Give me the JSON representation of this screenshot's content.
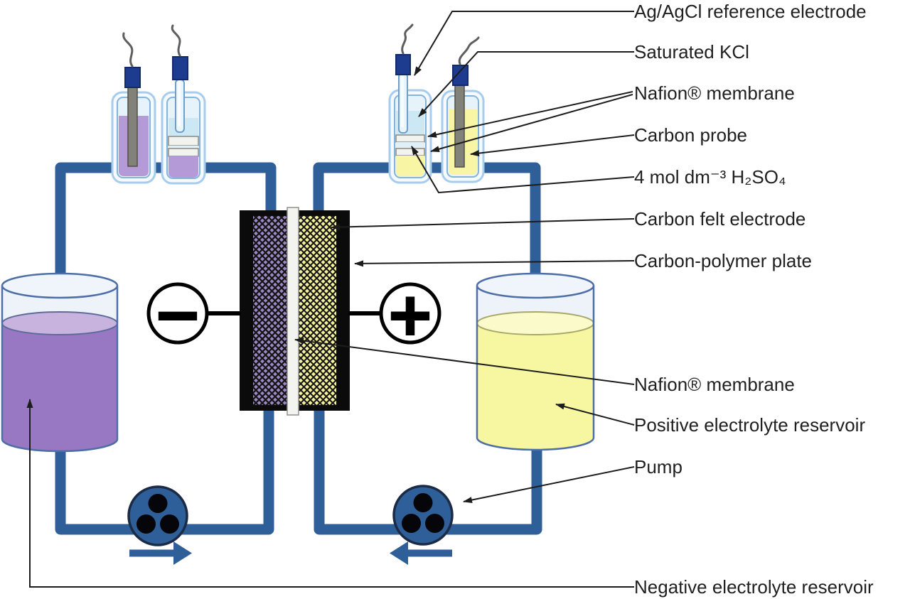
{
  "labels": [
    {
      "id": "ag_agcl",
      "text": "Ag/AgCl reference electrode"
    },
    {
      "id": "saturated_kcl",
      "text": "Saturated KCl"
    },
    {
      "id": "nafion_membrane_top",
      "text": "Nafion® membrane"
    },
    {
      "id": "carbon_probe",
      "text": "Carbon probe"
    },
    {
      "id": "h2so4",
      "text": "4 mol dm⁻³ H₂SO₄"
    },
    {
      "id": "carbon_felt_electrode",
      "text": "Carbon felt electrode"
    },
    {
      "id": "carbon_polymer_plate",
      "text": "Carbon-polymer plate"
    },
    {
      "id": "nafion_membrane_cell",
      "text": "Nafion® membrane"
    },
    {
      "id": "positive_reservoir",
      "text": "Positive electrolyte reservoir"
    },
    {
      "id": "pump",
      "text": "Pump"
    },
    {
      "id": "negative_reservoir",
      "text": "Negative electrolyte reservoir"
    }
  ],
  "terminals": {
    "negative": "−",
    "positive": "+"
  },
  "colors": {
    "pipe_blue": "#2f5f99",
    "pump_dark": "#05050a",
    "plate_black": "#0b0b0b",
    "negative_electrolyte_purple": "#9878c2",
    "negative_surface_purple": "#c7b3de",
    "positive_electrolyte_yellow": "#f8f7a1",
    "positive_surface_yellow": "#fbfacb",
    "felt_purple": "#9e89c6",
    "felt_yellow": "#f4f09c",
    "membrane_white": "#f3f3f0",
    "kcl_blue": "#cde8f5",
    "cap_navy": "#1d3c8f",
    "probe_gray": "#82827a",
    "vial_border_blue": "#a8cdec",
    "container_outline": "#4d6ea6",
    "leader_black": "#1c1c1c",
    "text_black": "#1f1f1f"
  }
}
